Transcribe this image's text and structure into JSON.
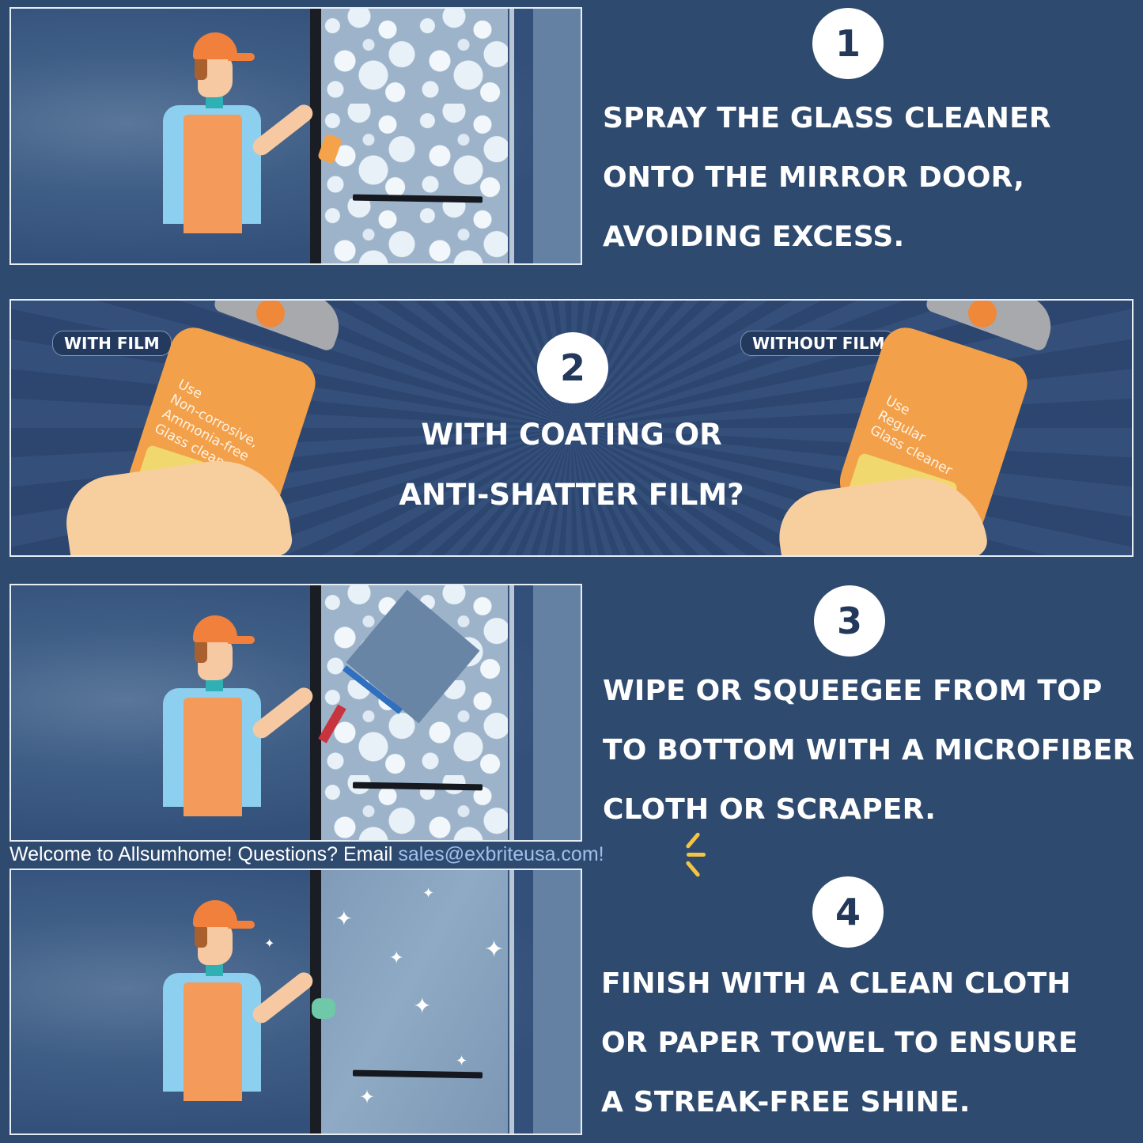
{
  "steps": [
    {
      "number": "1",
      "lines": [
        "SPRAY THE GLASS CLEANER",
        "ONTO THE MIRROR DOOR,",
        "AVOIDING EXCESS."
      ]
    },
    {
      "number": "2",
      "lines": [
        "WITH COATING OR",
        "ANTI-SHATTER FILM?"
      ]
    },
    {
      "number": "3",
      "lines": [
        "WIPE OR SQUEEGEE FROM TOP",
        "TO BOTTOM WITH A MICROFIBER",
        "CLOTH OR SCRAPER."
      ]
    },
    {
      "number": "4",
      "lines": [
        "FINISH WITH A CLEAN CLOTH",
        "OR PAPER TOWEL TO ENSURE",
        "A STREAK-FREE SHINE."
      ]
    }
  ],
  "film": {
    "with_label": "WITH FILM",
    "without_label": "WITHOUT FILM",
    "with_bottle_lines": [
      "Use",
      "Non-corrosive,",
      "Ammonia-free",
      "Glass cleaner"
    ],
    "without_bottle_lines": [
      "Use",
      "Regular",
      "Glass cleaner"
    ]
  },
  "footer": {
    "text": "Welcome to Allsumhome! Questions? Email ",
    "email": "sales@exbriteusa.com!"
  },
  "icons": {
    "step1_tool": "spray-bottle-icon",
    "step3_tool": "squeegee-icon",
    "step4_tool": "sponge-icon"
  },
  "colors": {
    "background": "#2f4a6f",
    "bottle": "#f3a04a",
    "cap": "#f0803c",
    "email": "#9ec0ec"
  }
}
